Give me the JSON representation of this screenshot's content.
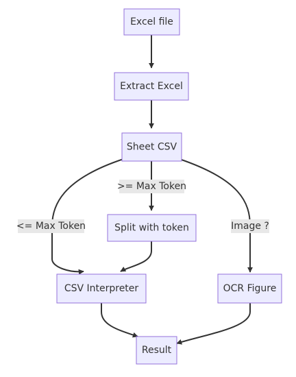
{
  "nodes": {
    "excel_file": "Excel file",
    "extract_excel": "Extract Excel",
    "sheet_csv": "Sheet CSV",
    "split_with_token": "Split with token",
    "csv_interpreter": "CSV Interpreter",
    "ocr_figure": "OCR Figure",
    "result": "Result"
  },
  "edge_labels": {
    "ge_max_token": ">= Max Token",
    "le_max_token": "<= Max Token",
    "image": "Image ?"
  },
  "colors": {
    "node_fill": "#ECECFF",
    "node_stroke": "#9370DB",
    "edge": "#333333",
    "label_bg": "#e8e8e8"
  }
}
